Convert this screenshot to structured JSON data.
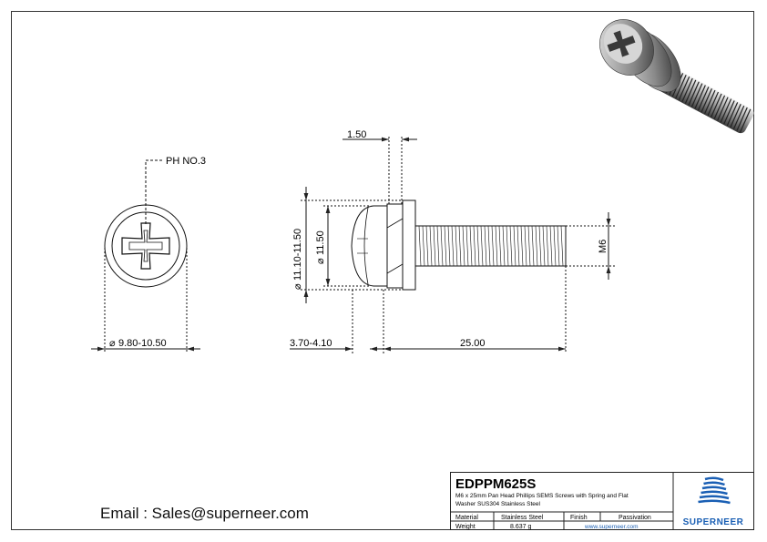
{
  "drawing": {
    "head_view": {
      "callout": "PH NO.3",
      "diameter": "9.80-10.50"
    },
    "side_view": {
      "washer_thickness": "1.50",
      "washer_diameter": "11.10-11.50",
      "head_diameter": "11.50",
      "thread": "M6",
      "head_height": "3.70-4.10",
      "length": "25.00"
    }
  },
  "contact": {
    "email_line": "Email : Sales@superneer.com"
  },
  "title_block": {
    "part_number": "EDPPM625S",
    "description_line1": "M6 x 25mm Pan Head Phillips SEMS Screws with Spring and Flat",
    "description_line2": "Washer SUS304 Stainless Steel",
    "material_label": "Material",
    "material_value": "Stainless Steel",
    "finish_label": "Finish",
    "finish_value": "Passivation",
    "weight_label": "Weight",
    "weight_value": "8.637 g",
    "website": "www.superneer.com",
    "brand": "SUPERNEER",
    "brand_color": "#1a5fb4"
  }
}
